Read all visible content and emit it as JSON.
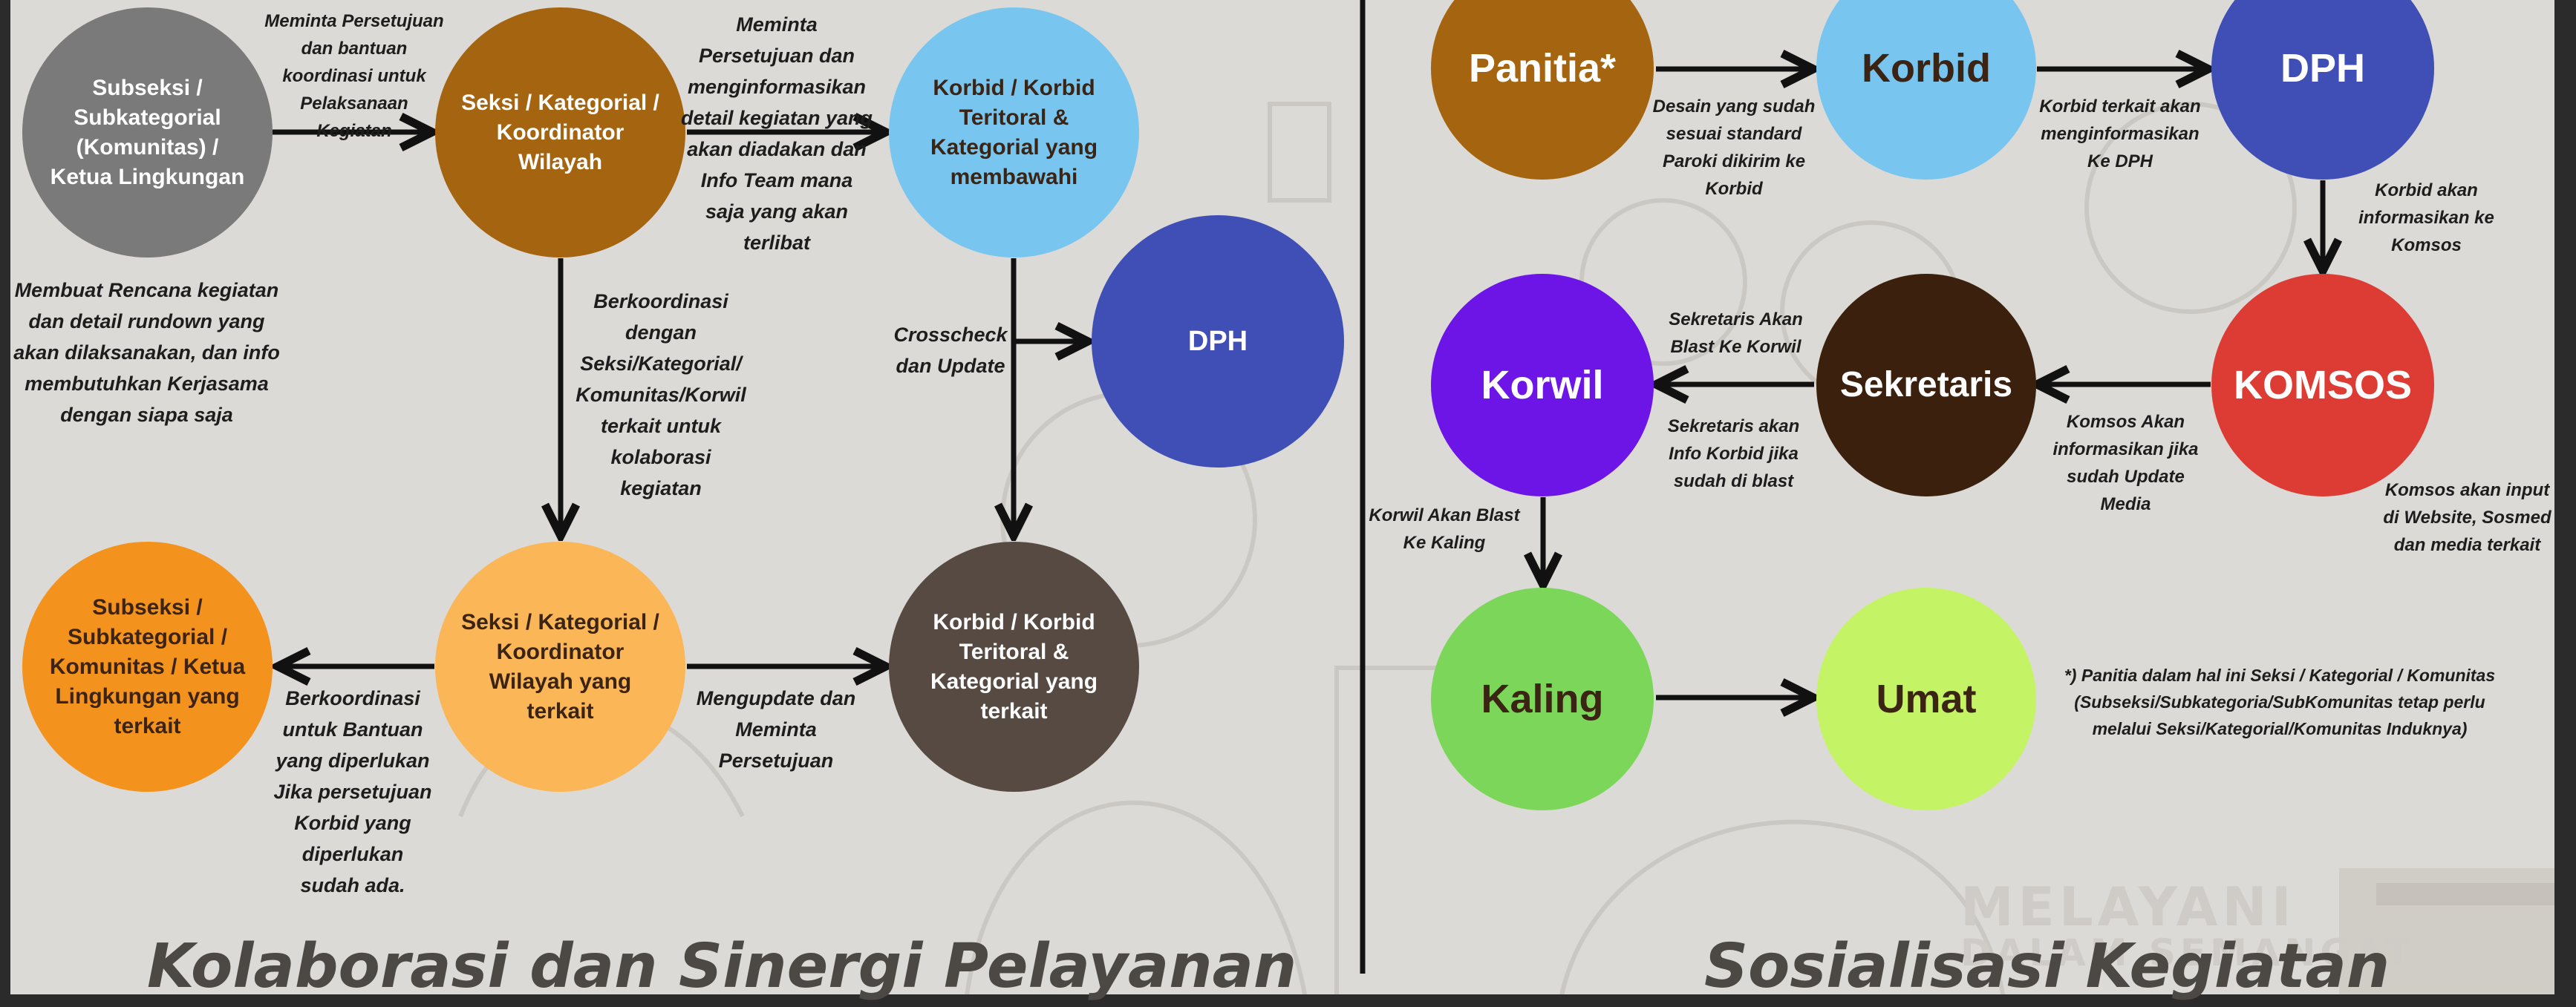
{
  "colors": {
    "background": "#dcdad6",
    "frame": "#2b2b2b",
    "arrow": "#111111",
    "title_text": "#4c4944"
  },
  "left": {
    "title": "Kolaborasi dan Sinergi Pelayanan",
    "nodes": {
      "n1": {
        "label": "Subseksi / Subkategorial (Komunitas) / Ketua Lingkungan",
        "color": "#7a7a7a"
      },
      "n2": {
        "label": "Seksi / Kategorial / Koordinator Wilayah",
        "color": "#a5640f"
      },
      "n3": {
        "label": "Korbid / Korbid Teritoral & Kategorial yang membawahi",
        "color": "#78c6ef"
      },
      "n4": {
        "label": "DPH",
        "color": "#3f4fb6"
      },
      "n5": {
        "label": "Subseksi / Subkategorial / Komunitas / Ketua Lingkungan yang terkait",
        "color": "#f4921e"
      },
      "n6": {
        "label": "Seksi / Kategorial / Koordinator Wilayah yang terkait",
        "color": "#fbb657"
      },
      "n7": {
        "label": "Korbid / Korbid Teritoral & Kategorial yang terkait",
        "color": "#574a43"
      }
    },
    "notes": {
      "a1": "Meminta Persetujuan dan bantuan koordinasi untuk Pelaksanaan Kegiatan",
      "a2": "Meminta Persetujuan dan menginformasikan detail kegiatan yang akan diadakan dan Info Team mana saja yang akan terlibat",
      "a3": "Membuat Rencana kegiatan dan detail rundown yang akan dilaksanakan, dan info membutuhkan Kerjasama dengan siapa saja",
      "a4": "Berkoordinasi dengan Seksi/Kategorial/ Komunitas/Korwil terkait untuk kolaborasi kegiatan",
      "a5": "Crosscheck dan Update",
      "a6": "Berkoordinasi untuk Bantuan yang diperlukan Jika persetujuan Korbid yang diperlukan sudah ada.",
      "a7": "Mengupdate dan Meminta Persetujuan"
    }
  },
  "right": {
    "title": "Sosialisasi Kegiatan",
    "nodes": {
      "r1": {
        "label": "Panitia*",
        "color": "#a5640f"
      },
      "r2": {
        "label": "Korbid",
        "color": "#78c6ef"
      },
      "r3": {
        "label": "DPH",
        "color": "#3f4fb6"
      },
      "r4": {
        "label": "KOMSOS",
        "color": "#dc3c34"
      },
      "r5": {
        "label": "Sekretaris",
        "color": "#3b210d"
      },
      "r6": {
        "label": "Korwil",
        "color": "#6d14e7"
      },
      "r7": {
        "label": "Kaling",
        "color": "#7cd65a"
      },
      "r8": {
        "label": "Umat",
        "color": "#c4f466"
      }
    },
    "notes": {
      "b1": "Desain yang sudah sesuai standard Paroki dikirim ke Korbid",
      "b2": "Korbid terkait akan menginformasikan Ke DPH",
      "b3": "Korbid akan informasikan ke Komsos",
      "b4": "Komsos Akan informasikan jika sudah Update Media",
      "b5": "Komsos akan input di Website, Sosmed dan media terkait",
      "b6": "Sekretaris Akan Blast Ke Korwil",
      "b7": "Sekretaris akan Info Korbid jika sudah di blast",
      "b8": "Korwil Akan Blast Ke Kaling",
      "b9": "*) Panitia dalam hal ini Seksi / Kategorial / Komunitas (Subseksi/Subkategoria/SubKomunitas tetap perlu melalui Seksi/Kategorial/Komunitas Induknya)"
    }
  },
  "watermark": {
    "line1": "MELAYANI",
    "line2": "DALAM SEMANGAT"
  }
}
